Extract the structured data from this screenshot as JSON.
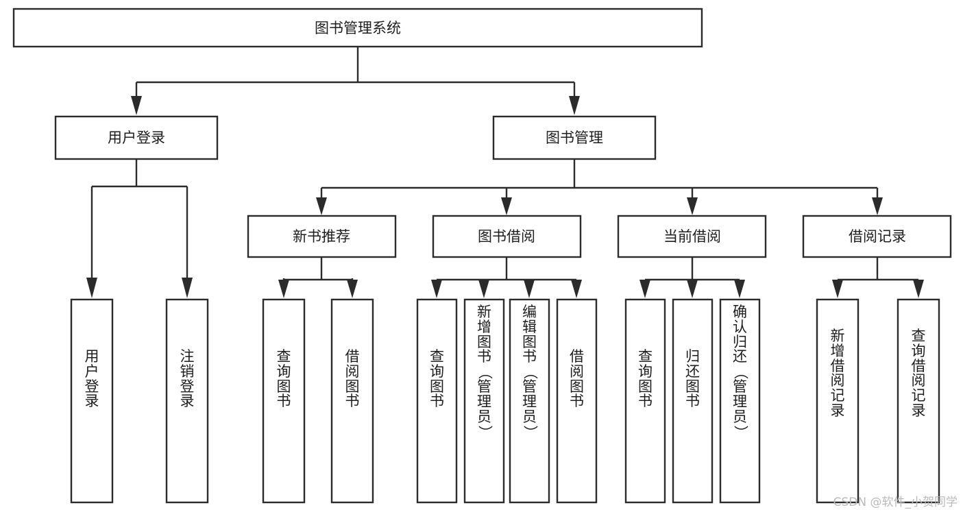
{
  "diagram": {
    "title": "图书管理系统",
    "type": "tree",
    "watermark": "CSDN @软件_小贺同学",
    "colors": {
      "box_stroke": "#2b2b2b",
      "box_fill": "#ffffff",
      "connector": "#2b2b2b",
      "text": "#1d1d1d",
      "watermark": "#b9b9b9",
      "background": "#ffffff"
    }
  },
  "nodes": {
    "root": {
      "label": "图书管理系统"
    },
    "level2": [
      {
        "label": "用户登录"
      },
      {
        "label": "图书管理"
      }
    ],
    "level3": [
      {
        "label": "新书推荐"
      },
      {
        "label": "图书借阅"
      },
      {
        "label": "当前借阅"
      },
      {
        "label": "借阅记录"
      }
    ],
    "leaves": {
      "user_login": [
        {
          "label": "用户登录",
          "chars": [
            "用",
            "户",
            "登",
            "录"
          ]
        },
        {
          "label": "注销登录",
          "chars": [
            "注",
            "销",
            "登",
            "录"
          ]
        }
      ],
      "new_book_recommend": [
        {
          "label": "查询图书",
          "chars": [
            "查",
            "询",
            "图",
            "书"
          ]
        },
        {
          "label": "借阅图书",
          "chars": [
            "借",
            "阅",
            "图",
            "书"
          ]
        }
      ],
      "book_borrow": [
        {
          "label": "查询图书",
          "chars": [
            "查",
            "询",
            "图",
            "书"
          ]
        },
        {
          "label": "新增图书（管理员）",
          "chars": [
            "新",
            "增",
            "图",
            "书",
            "（",
            "管",
            "理",
            "员",
            "）"
          ]
        },
        {
          "label": "编辑图书（管理员）",
          "chars": [
            "编",
            "辑",
            "图",
            "书",
            "（",
            "管",
            "理",
            "员",
            "）"
          ]
        },
        {
          "label": "借阅图书",
          "chars": [
            "借",
            "阅",
            "图",
            "书"
          ]
        }
      ],
      "current_borrow": [
        {
          "label": "查询图书",
          "chars": [
            "查",
            "询",
            "图",
            "书"
          ]
        },
        {
          "label": "归还图书",
          "chars": [
            "归",
            "还",
            "图",
            "书"
          ]
        },
        {
          "label": "确认归还（管理员）",
          "chars": [
            "确",
            "认",
            "归",
            "还",
            "（",
            "管",
            "理",
            "员",
            "）"
          ]
        }
      ],
      "borrow_records": [
        {
          "label": "新增借阅记录",
          "chars": [
            "新",
            "增",
            "借",
            "阅",
            "记",
            "录"
          ]
        },
        {
          "label": "查询借阅记录",
          "chars": [
            "查",
            "询",
            "借",
            "阅",
            "记",
            "录"
          ]
        }
      ]
    }
  },
  "chart_data": {
    "type": "tree",
    "title": "图书管理系统",
    "root": "图书管理系统",
    "edges": [
      [
        "图书管理系统",
        "用户登录"
      ],
      [
        "图书管理系统",
        "图书管理"
      ],
      [
        "用户登录",
        "用户登录(叶)"
      ],
      [
        "用户登录",
        "注销登录"
      ],
      [
        "图书管理",
        "新书推荐"
      ],
      [
        "图书管理",
        "图书借阅"
      ],
      [
        "图书管理",
        "当前借阅"
      ],
      [
        "图书管理",
        "借阅记录"
      ],
      [
        "新书推荐",
        "查询图书"
      ],
      [
        "新书推荐",
        "借阅图书"
      ],
      [
        "图书借阅",
        "查询图书"
      ],
      [
        "图书借阅",
        "新增图书（管理员）"
      ],
      [
        "图书借阅",
        "编辑图书（管理员）"
      ],
      [
        "图书借阅",
        "借阅图书"
      ],
      [
        "当前借阅",
        "查询图书"
      ],
      [
        "当前借阅",
        "归还图书"
      ],
      [
        "当前借阅",
        "确认归还（管理员）"
      ],
      [
        "借阅记录",
        "新增借阅记录"
      ],
      [
        "借阅记录",
        "查询借阅记录"
      ]
    ],
    "depth": 4
  }
}
